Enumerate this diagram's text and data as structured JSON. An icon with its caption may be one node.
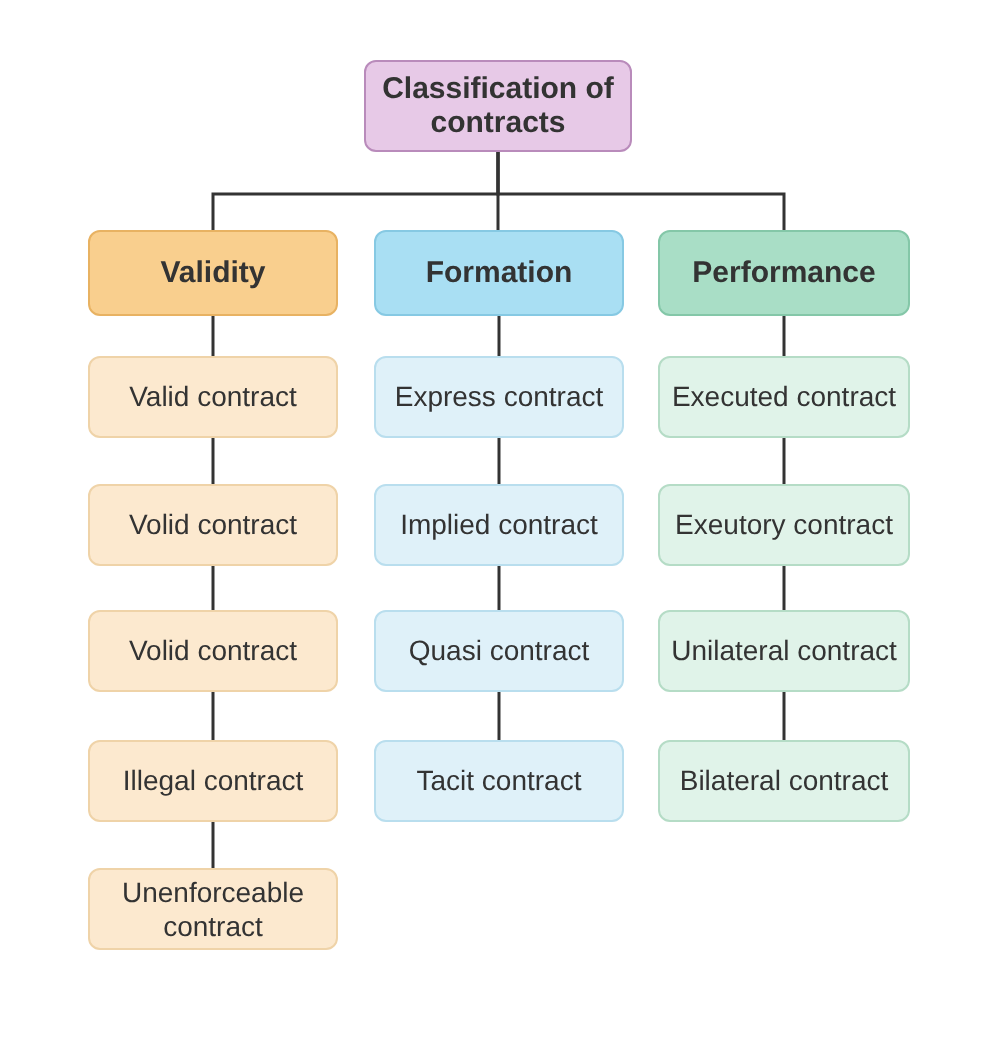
{
  "diagram": {
    "nodes": [
      {
        "text": [
          "Classification of contracts"
        ]
      },
      {
        "text": [
          "Validity"
        ]
      },
      {
        "text": [
          "Formation"
        ]
      },
      {
        "text": [
          "Performance"
        ]
      },
      {
        "text": [
          "Valid contract"
        ]
      },
      {
        "text": [
          "Volid contract"
        ]
      },
      {
        "text": [
          "Volid contract"
        ]
      },
      {
        "text": [
          "Illegal contract"
        ]
      },
      {
        "text": [
          "Unenforceable contract"
        ]
      },
      {
        "text": [
          "Express contract"
        ]
      },
      {
        "text": [
          "Implied contract"
        ]
      },
      {
        "text": [
          "Quasi contract"
        ]
      },
      {
        "text": [
          "Tacit contract"
        ]
      },
      {
        "text": [
          "Executed contract"
        ]
      },
      {
        "text": [
          "Exeutory contract"
        ]
      },
      {
        "text": [
          "Unilateral contract"
        ]
      },
      {
        "text": [
          "Bilateral contract"
        ]
      }
    ],
    "edges": [
      {
        "from": 0,
        "to": 1,
        "arrow": "none"
      },
      {
        "from": 0,
        "to": 2,
        "arrow": "none"
      },
      {
        "from": 0,
        "to": 3,
        "arrow": "none"
      },
      {
        "from": 1,
        "to": 4,
        "arrow": "none"
      },
      {
        "from": 4,
        "to": 5,
        "arrow": "none"
      },
      {
        "from": 5,
        "to": 6,
        "arrow": "none"
      },
      {
        "from": 6,
        "to": 7,
        "arrow": "none"
      },
      {
        "from": 7,
        "to": 8,
        "arrow": "none"
      },
      {
        "from": 2,
        "to": 9,
        "arrow": "none"
      },
      {
        "from": 9,
        "to": 10,
        "arrow": "none"
      },
      {
        "from": 10,
        "to": 11,
        "arrow": "none"
      },
      {
        "from": 11,
        "to": 12,
        "arrow": "none"
      },
      {
        "from": 3,
        "to": 13,
        "arrow": "none"
      },
      {
        "from": 13,
        "to": 14,
        "arrow": "none"
      },
      {
        "from": 14,
        "to": 15,
        "arrow": "none"
      },
      {
        "from": 15,
        "to": 16,
        "arrow": "none"
      }
    ]
  }
}
